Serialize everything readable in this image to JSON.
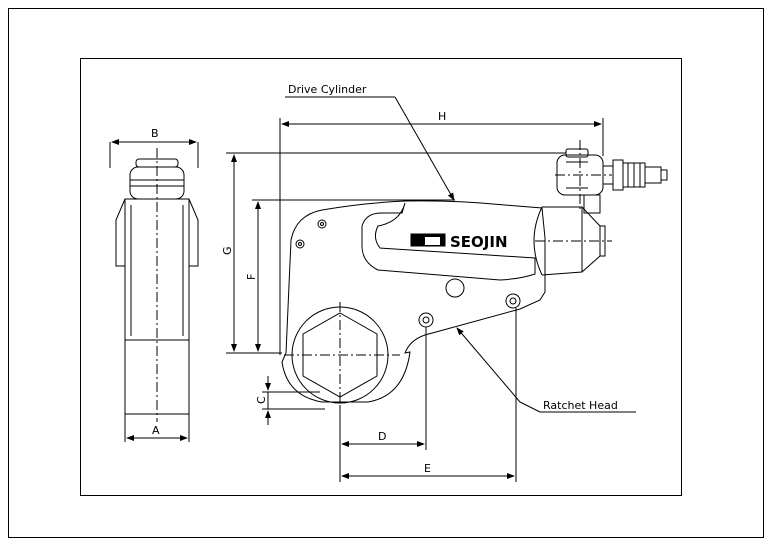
{
  "labels": {
    "drive_cylinder": "Drive Cylinder",
    "ratchet_head": "Ratchet Head",
    "brand": "SEOJIN",
    "dim_a": "A",
    "dim_b": "B",
    "dim_c": "C",
    "dim_d": "D",
    "dim_e": "E",
    "dim_f": "F",
    "dim_g": "G",
    "dim_h": "H"
  },
  "colors": {
    "line": "#000000",
    "background": "#ffffff"
  }
}
